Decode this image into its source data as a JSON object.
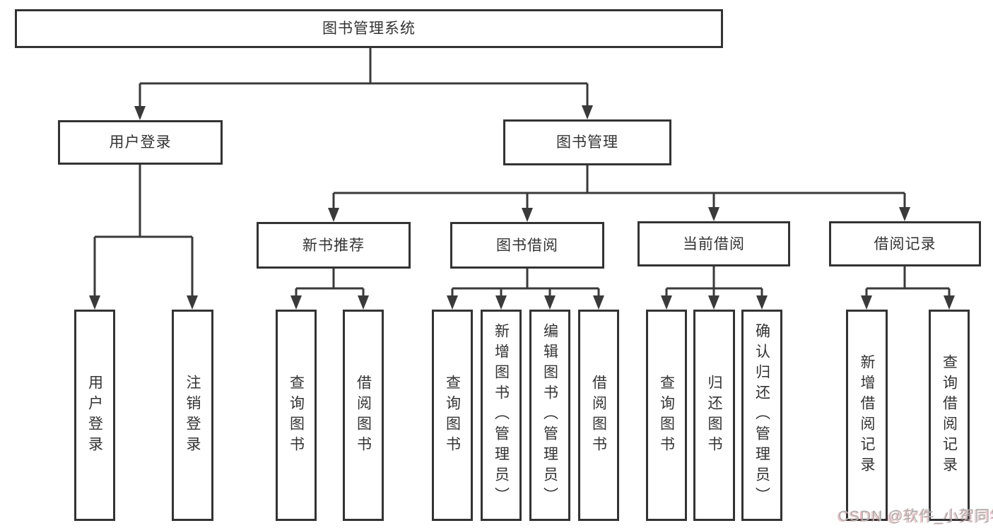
{
  "root": {
    "label": "图书管理系统"
  },
  "level2": {
    "user_login": {
      "label": "用户登录"
    },
    "book_mgmt": {
      "label": "图书管理"
    }
  },
  "level3": {
    "new_books": {
      "label": "新书推荐"
    },
    "borrow": {
      "label": "图书借阅"
    },
    "current": {
      "label": "当前借阅"
    },
    "records": {
      "label": "借阅记录"
    }
  },
  "leaves": {
    "user_login_v": {
      "label": "用户登录"
    },
    "logout": {
      "label": "注销登录"
    },
    "nb_query": {
      "label": "查询图书"
    },
    "nb_borrow": {
      "label": "借阅图书"
    },
    "bw_query": {
      "label": "查询图书"
    },
    "bw_add": {
      "label": "新增图书（管理员）"
    },
    "bw_edit": {
      "label": "编辑图书（管理员）"
    },
    "bw_borrow": {
      "label": "借阅图书"
    },
    "cur_query": {
      "label": "查询图书"
    },
    "cur_return": {
      "label": "归还图书"
    },
    "cur_confirm": {
      "label": "确认归还（管理员）"
    },
    "rec_add": {
      "label": "新增借阅记录"
    },
    "rec_query": {
      "label": "查询借阅记录"
    }
  },
  "watermark": "CSDN @软件_小贺同学",
  "colors": {
    "line": "#3a3a3a",
    "box_border": "#333333",
    "box_fill": "#ffffff",
    "text": "#333333",
    "watermark": "#aeaeae"
  }
}
